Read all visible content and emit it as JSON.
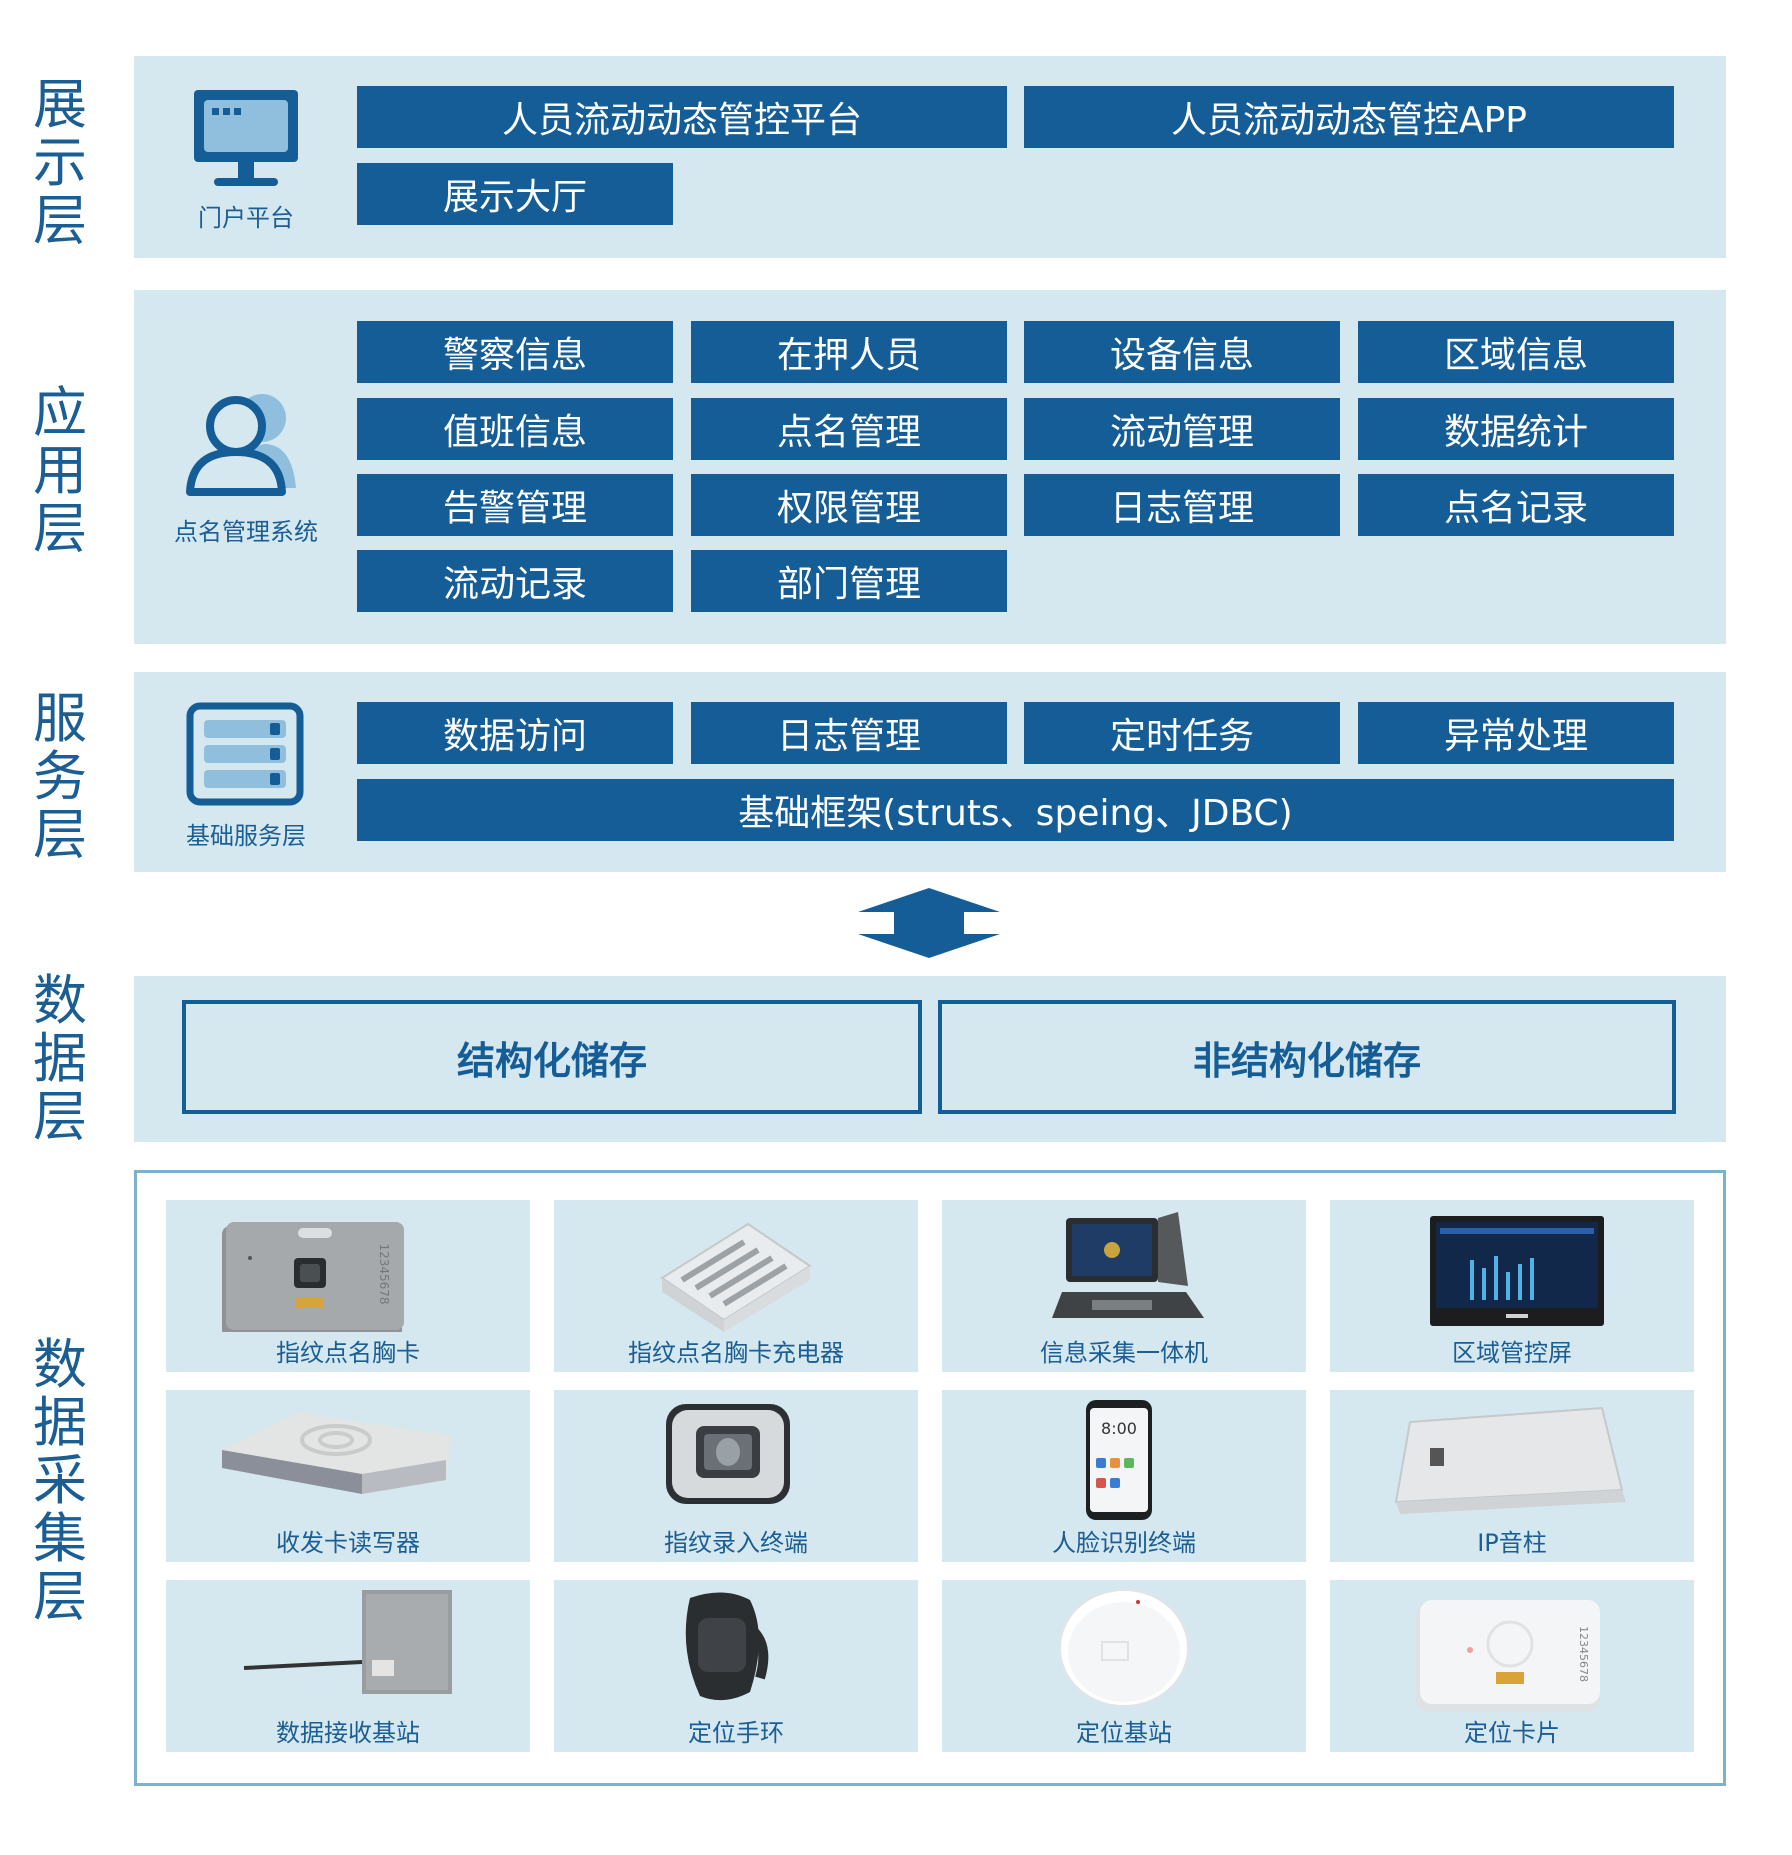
{
  "layers": {
    "display": {
      "label": [
        "展",
        "示",
        "层"
      ],
      "icon_caption": "门户平台",
      "boxes": [
        "人员流动动态管控平台",
        "人员流动动态管控APP",
        "展示大厅"
      ]
    },
    "application": {
      "label": [
        "应",
        "用",
        "层"
      ],
      "icon_caption": "点名管理系统",
      "boxes": [
        "警察信息",
        "在押人员",
        "设备信息",
        "区域信息",
        "值班信息",
        "点名管理",
        "流动管理",
        "数据统计",
        "告警管理",
        "权限管理",
        "日志管理",
        "点名记录",
        "流动记录",
        "部门管理"
      ]
    },
    "service": {
      "label": [
        "服",
        "务",
        "层"
      ],
      "icon_caption": "基础服务层",
      "boxes": [
        "数据访问",
        "日志管理",
        "定时任务",
        "异常处理"
      ],
      "framework": "基础框架(struts、speing、JDBC)"
    },
    "data": {
      "label": [
        "数",
        "据",
        "层"
      ],
      "stores": [
        "结构化储存",
        "非结构化储存"
      ]
    },
    "collection": {
      "label": [
        "数",
        "据",
        "采",
        "集",
        "层"
      ],
      "devices": [
        "指纹点名胸卡",
        "指纹点名胸卡充电器",
        "信息采集一体机",
        "区域管控屏",
        "收发卡读写器",
        "指纹录入终端",
        "人脸识别终端",
        "IP音柱",
        "数据接收基站",
        "定位手环",
        "定位基站",
        "定位卡片"
      ],
      "device_text": {
        "card_serial": "12345678",
        "phone_time": "8:00"
      }
    }
  },
  "colors": {
    "accent": "#155d97",
    "panel": "#d5e7ef",
    "text": "#1b5e94"
  }
}
